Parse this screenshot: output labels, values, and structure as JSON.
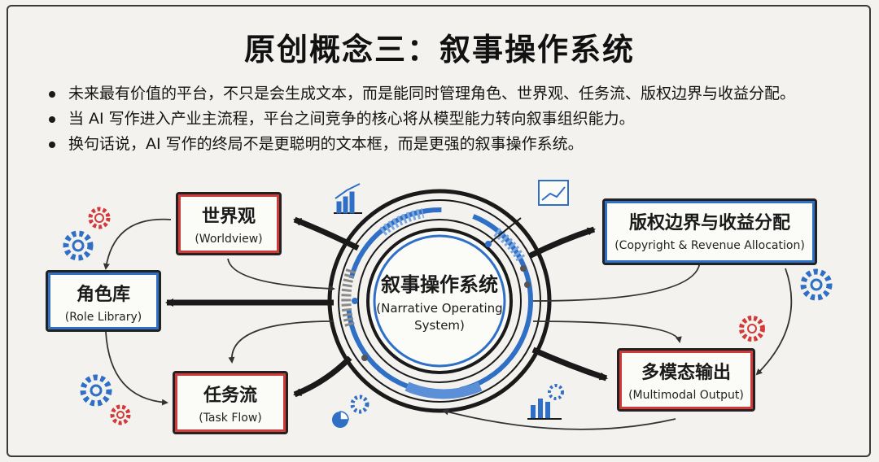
{
  "title": "原创概念三：叙事操作系统",
  "bullets": [
    "未来最有价值的平台，不只是会生成文本，而是能同时管理角色、世界观、任务流、版权边界与收益分配。",
    "当 AI 写作进入产业主流程，平台之间竞争的核心将从模型能力转向叙事组织能力。",
    "换句话说，AI 写作的终局不是更聪明的文本框，而是更强的叙事操作系统。"
  ],
  "center": {
    "zh": "叙事操作系统",
    "en_line1": "(Narrative Operating",
    "en_line2": "System)"
  },
  "nodes": {
    "worldview": {
      "zh": "世界观",
      "en": "(Worldview)"
    },
    "role_library": {
      "zh": "角色库",
      "en": "(Role Library)"
    },
    "task_flow": {
      "zh": "任务流",
      "en": "(Task Flow)"
    },
    "copyright": {
      "zh": "版权边界与收益分配",
      "en": "(Copyright & Revenue Allocation)"
    },
    "multimodal": {
      "zh": "多模态输出",
      "en": "(Multimodal Output)"
    }
  },
  "colors": {
    "accent_blue": "#2f6fc6",
    "accent_red": "#d23a3a",
    "ink": "#1a1a1a"
  },
  "icons": [
    "gear-icon",
    "bar-chart-icon",
    "line-chart-icon",
    "pie-chart-icon"
  ]
}
